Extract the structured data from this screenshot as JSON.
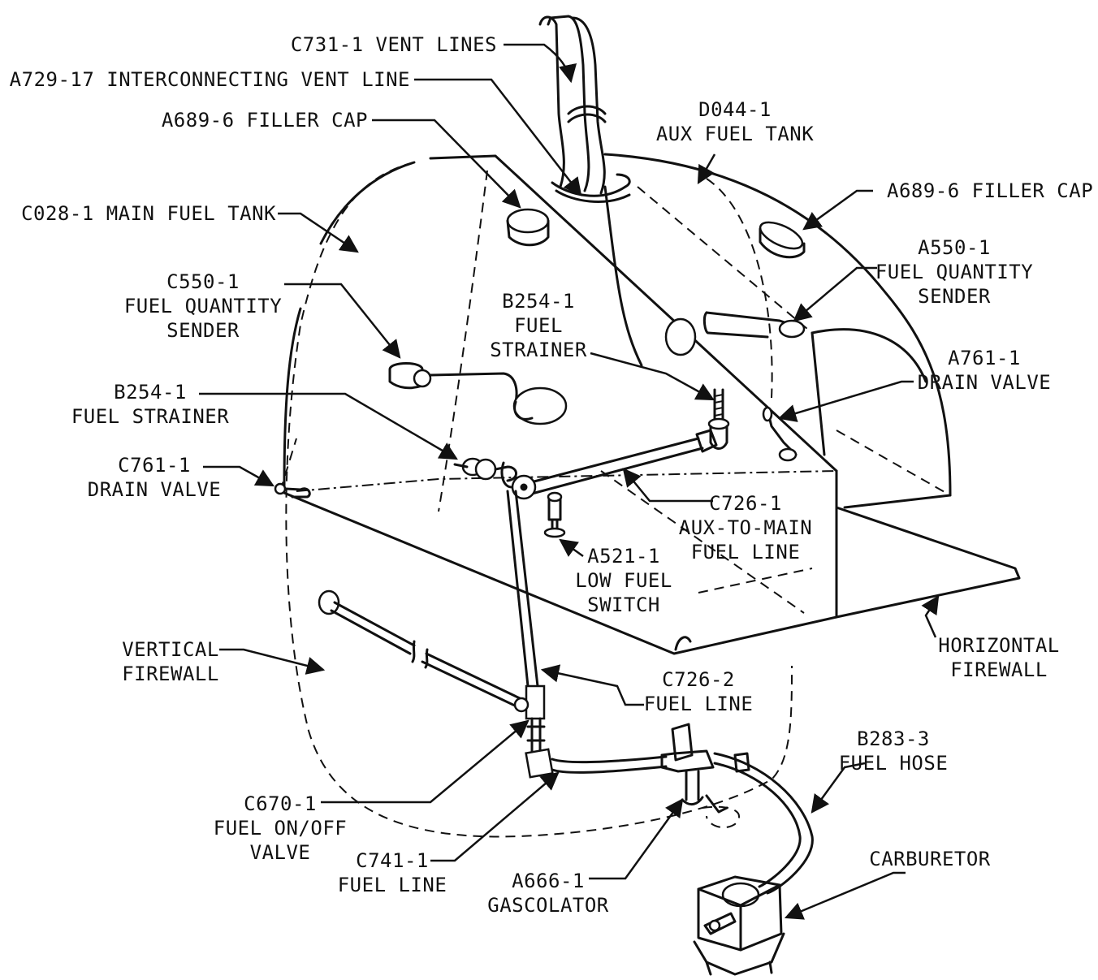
{
  "labels": {
    "vent_lines": "C731-1 VENT LINES",
    "interconnecting_vent_line": "A729-17 INTERCONNECTING VENT LINE",
    "filler_cap_main": "A689-6 FILLER CAP",
    "aux_fuel_tank": "D044-1\nAUX FUEL TANK",
    "filler_cap_aux": "A689-6 FILLER CAP",
    "main_fuel_tank": "C028-1 MAIN FUEL TANK",
    "fuel_quantity_sender_aux": "A550-1\nFUEL QUANTITY\nSENDER",
    "fuel_quantity_sender_main": "C550-1\nFUEL QUANTITY\nSENDER",
    "fuel_strainer_aux": "B254-1\nFUEL\nSTRAINER",
    "drain_valve_aux": "A761-1\nDRAIN VALVE",
    "fuel_strainer_main": "B254-1\nFUEL STRAINER",
    "drain_valve_main": "C761-1\nDRAIN VALVE",
    "aux_to_main_fuel_line": "C726-1\nAUX-TO-MAIN\nFUEL LINE",
    "low_fuel_switch": "A521-1\nLOW FUEL\nSWITCH",
    "vertical_firewall": "VERTICAL\nFIREWALL",
    "horizontal_firewall": "HORIZONTAL\nFIREWALL",
    "fuel_line_c726_2": "C726-2\nFUEL LINE",
    "fuel_hose": "B283-3\nFUEL HOSE",
    "fuel_on_off_valve": "C670-1\nFUEL ON/OFF\nVALVE",
    "fuel_line_c741_1": "C741-1\nFUEL LINE",
    "gascolator": "A666-1\nGASCOLATOR",
    "carburetor": "CARBURETOR"
  },
  "colors": {
    "ink": "#111111",
    "background": "#ffffff"
  }
}
